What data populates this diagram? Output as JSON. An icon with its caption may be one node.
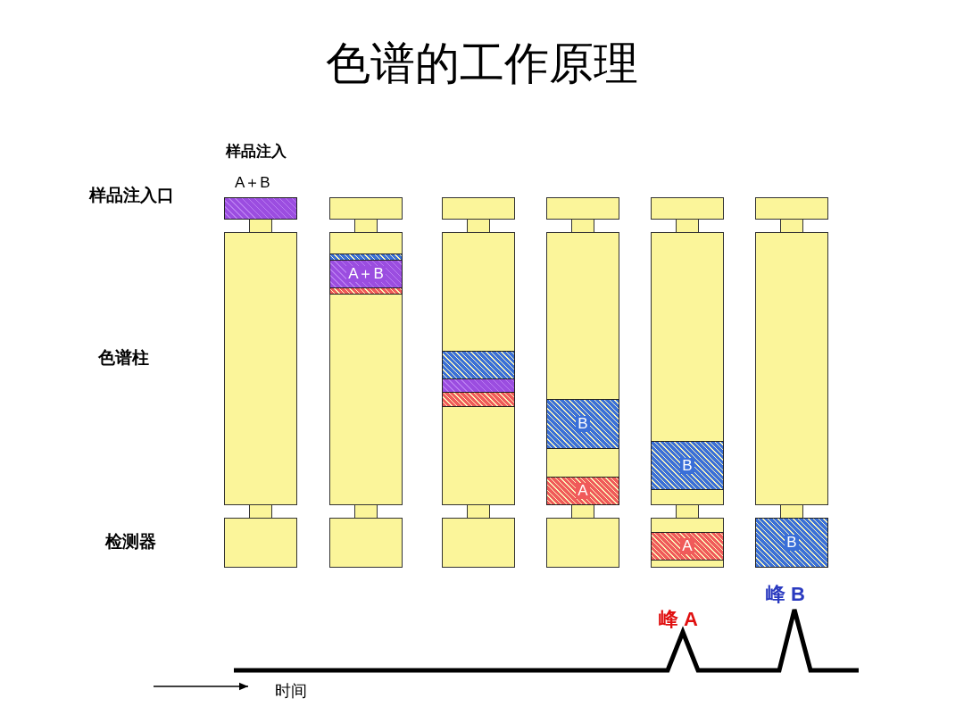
{
  "diagram": {
    "title": "色谱的工作原理",
    "nodes": [
      {
        "text": [
          "A＋B"
        ]
      },
      {
        "text": [
          "A＋B"
        ]
      },
      {
        "text": [
          "B"
        ]
      },
      {
        "text": [
          "A"
        ]
      },
      {
        "text": [
          "B"
        ]
      },
      {
        "text": [
          "A"
        ]
      },
      {
        "text": [
          "B"
        ]
      }
    ],
    "edges": [],
    "labels": [
      "样品注入",
      "样品注入口",
      "色谱柱",
      "检测器",
      "峰 A",
      "峰 B",
      "时间"
    ]
  }
}
